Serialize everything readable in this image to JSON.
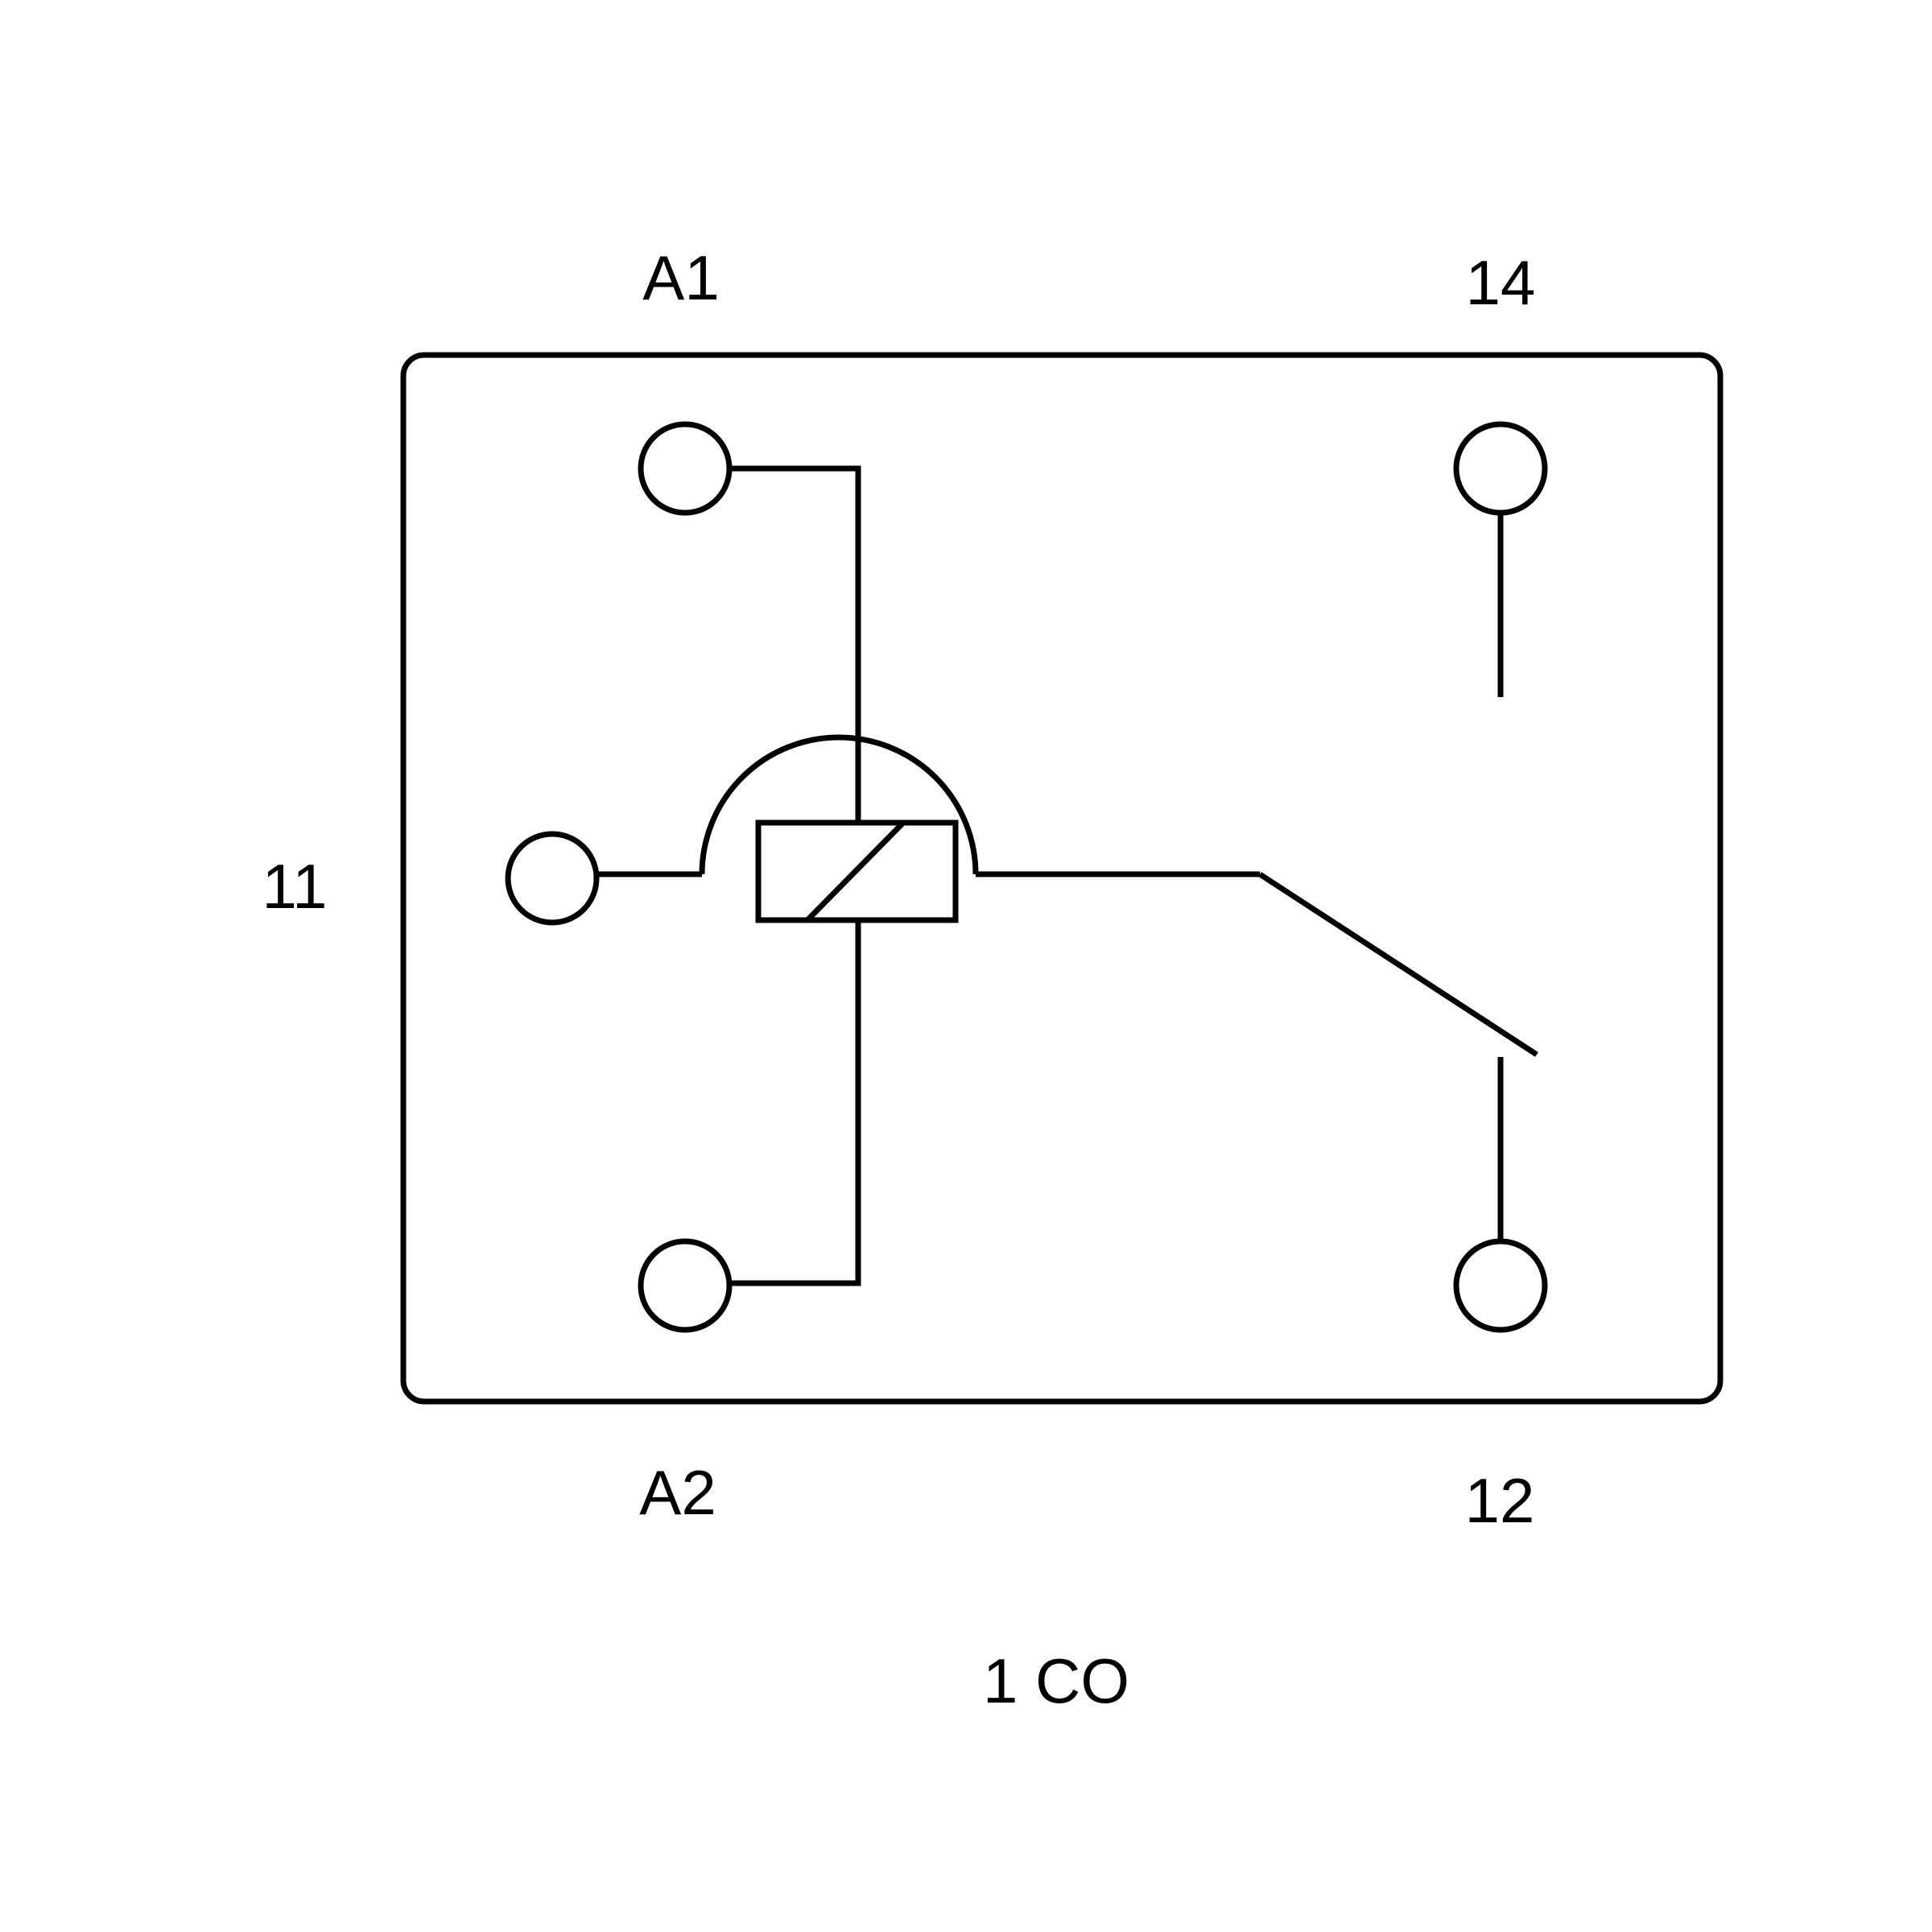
{
  "terminals": {
    "a1": "A1",
    "a2": "A2",
    "t11": "11",
    "t12": "12",
    "t14": "14"
  },
  "caption": "1 CO",
  "colors": {
    "stroke": "#000000",
    "background": "#ffffff"
  }
}
